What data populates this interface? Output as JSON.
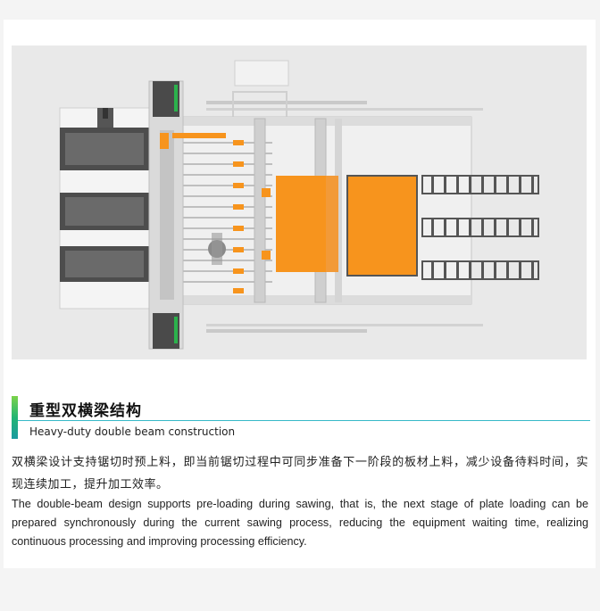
{
  "section": {
    "title_cn": "重型双横梁结构",
    "title_en": "Heavy-duty double beam construction"
  },
  "description": {
    "cn": "双横梁设计支持锯切时预上料，即当前锯切过程中可同步准备下一阶段的板材上料，减少设备待料时间，实现连续加工，提升加工效率。",
    "en": "The double-beam design supports pre-loading during sawing, that is, the next stage of plate loading can be prepared synchronously during the current sawing process, reducing the equipment waiting time, realizing continuous processing and improving processing efficiency."
  },
  "figure": {
    "description": "",
    "colors": {
      "background": "#e9e9e9",
      "frame": "#d7d7d7",
      "dark_gray": "#4a4a4a",
      "orange": "#f7941d",
      "green": "#2bb24c"
    }
  }
}
